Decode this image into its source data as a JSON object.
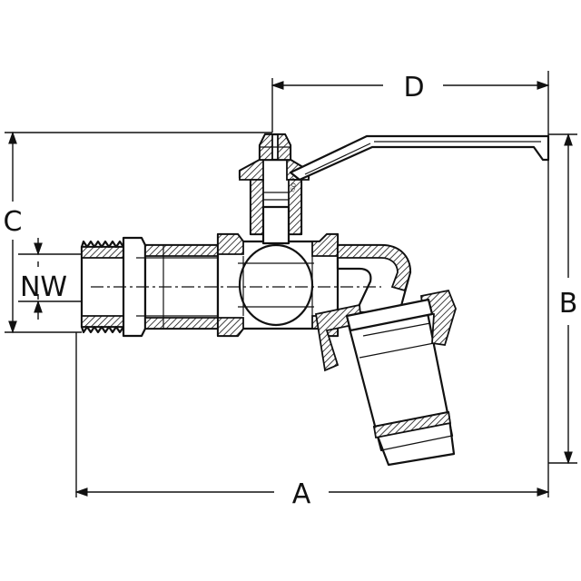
{
  "diagram": {
    "labels": {
      "A": "A",
      "B": "B",
      "C": "C",
      "D": "D",
      "NW": "NW"
    }
  }
}
